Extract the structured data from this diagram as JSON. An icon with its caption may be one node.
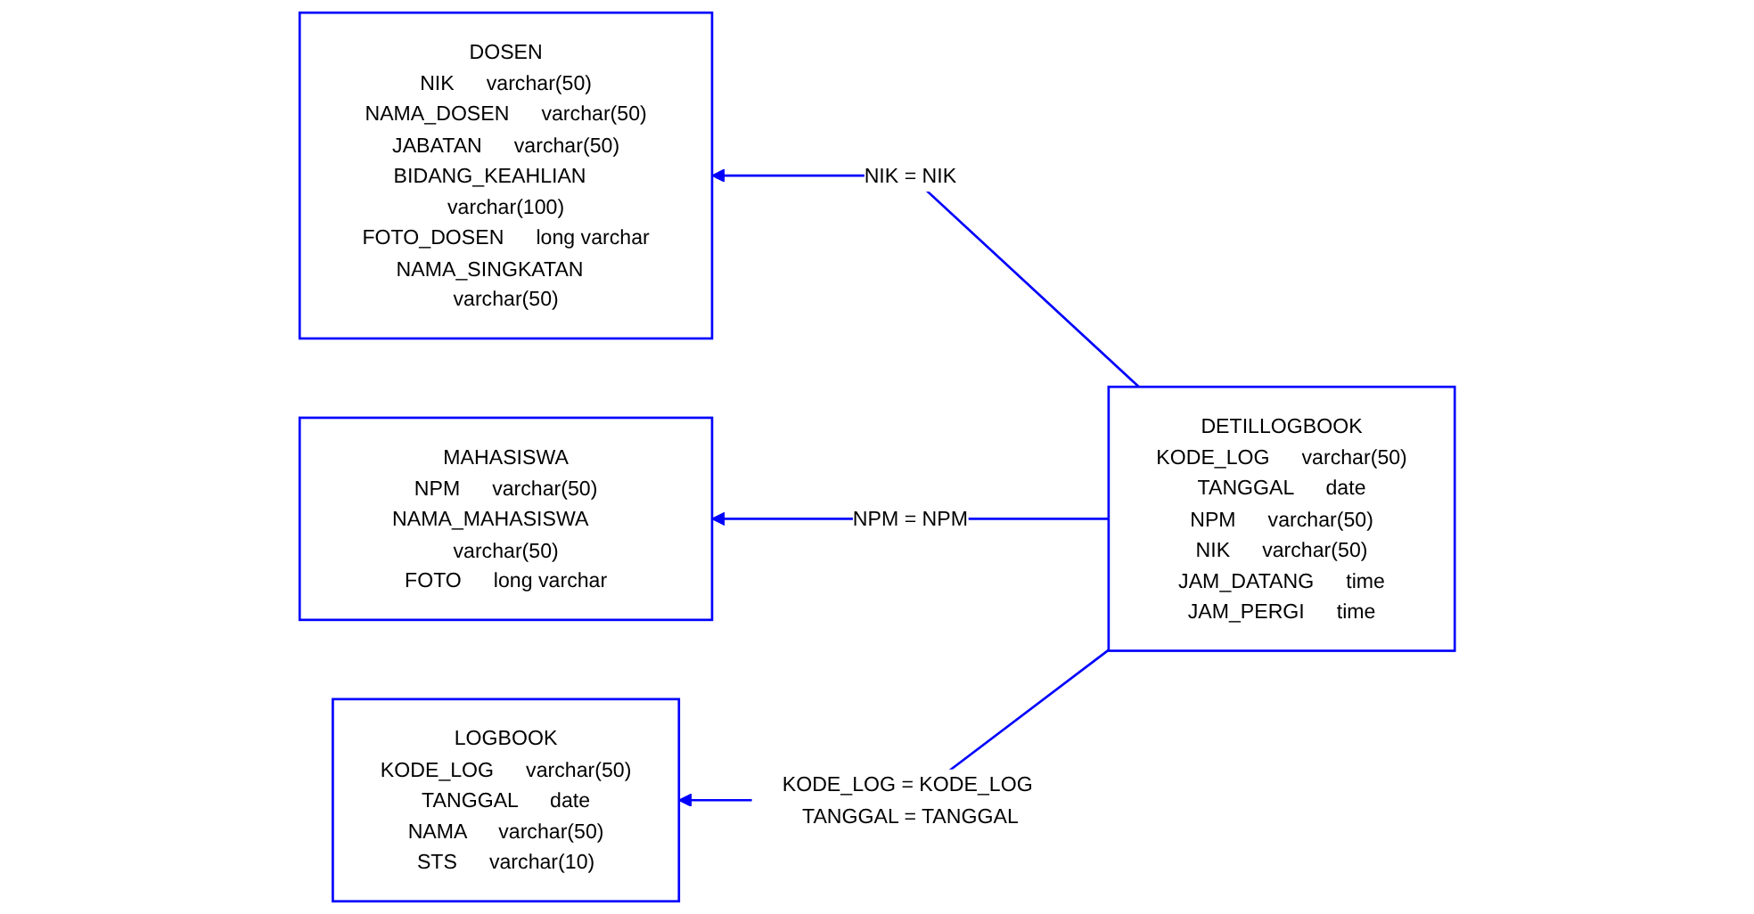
{
  "diagram": {
    "nodes": [
      {
        "text": [
          "DOSEN",
          "NIK",
          "varchar(50)",
          "NAMA_DOSEN",
          "varchar(50)",
          "JABATAN",
          "varchar(50)",
          "BIDANG_KEAHLIAN",
          "varchar(100)",
          "FOTO_DOSEN",
          "long varchar",
          "NAMA_SINGKATAN",
          "varchar(50)"
        ]
      },
      {
        "text": [
          "MAHASISWA",
          "NPM",
          "varchar(50)",
          "NAMA_MAHASISWA",
          "varchar(50)",
          "FOTO",
          "long varchar"
        ]
      },
      {
        "text": [
          "LOGBOOK",
          "KODE_LOG",
          "varchar(50)",
          "TANGGAL",
          "date",
          "NAMA",
          "varchar(50)",
          "STS",
          "varchar(10)"
        ]
      },
      {
        "text": [
          "DETILLOGBOOK",
          "KODE_LOG",
          "varchar(50)",
          "TANGGAL",
          "date",
          "NPM",
          "varchar(50)",
          "NIK",
          "varchar(50)",
          "JAM_DATANG",
          "time",
          "JAM_PERGI",
          "time"
        ]
      }
    ],
    "edges": [
      {
        "from": 3,
        "to": 0,
        "label": "NIK = NIK",
        "arrow": "to"
      },
      {
        "from": 3,
        "to": 1,
        "label": "NPM = NPM",
        "arrow": "to"
      },
      {
        "from": 3,
        "to": 2,
        "label": "KODE_LOG = KODE_LOG TANGGAL = TANGGAL",
        "arrow": "to"
      }
    ]
  }
}
